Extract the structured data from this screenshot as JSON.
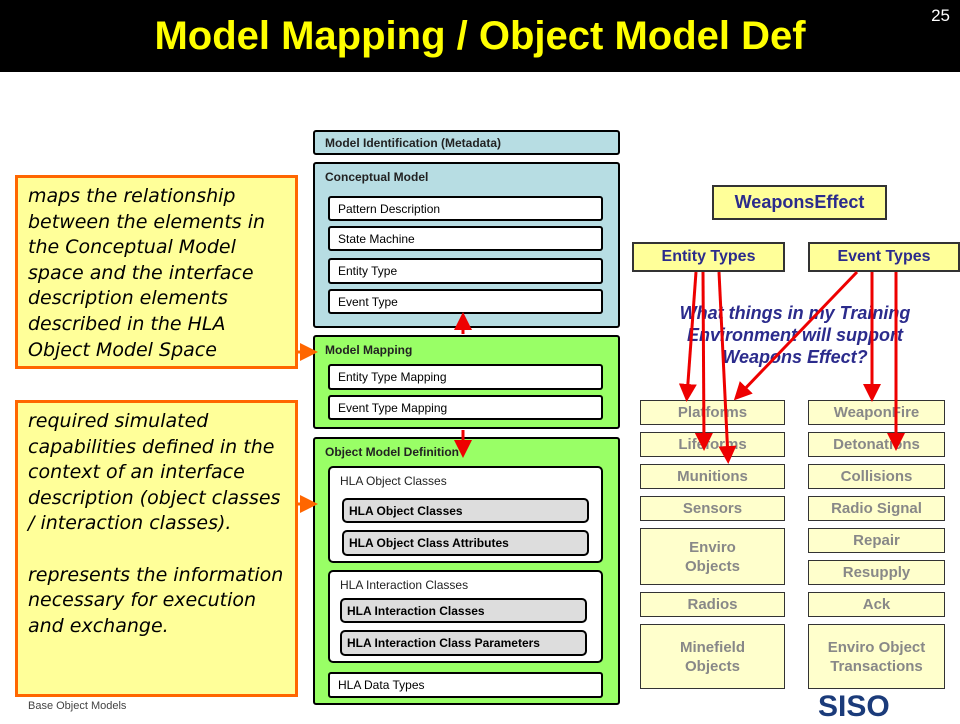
{
  "header": {
    "title": "Model Mapping / Object Model Def",
    "page_number": "25"
  },
  "notes": [
    "maps the relationship between the elements in the Conceptual Model space and the interface description elements described in the HLA Object Model Space",
    "required simulated capabilities defined in the context of an interface description (object classes / interaction classes).",
    "represents the information necessary for execution and exchange."
  ],
  "bom": {
    "model_identification": "Model Identification (Metadata)",
    "conceptual_model": {
      "label": "Conceptual Model",
      "items": [
        "Pattern Description",
        "State Machine",
        "Entity Type",
        "Event Type"
      ]
    },
    "model_mapping": {
      "label": "Model Mapping",
      "items": [
        "Entity Type Mapping",
        "Event Type Mapping"
      ]
    },
    "object_model": {
      "label": "Object Model Definition",
      "object_classes": {
        "label": "HLA Object Classes",
        "items": [
          "HLA Object Classes",
          "HLA Object Class Attributes"
        ]
      },
      "interaction_classes": {
        "label": "HLA Interaction Classes",
        "items": [
          "HLA Interaction Classes",
          "HLA Interaction Class Parameters"
        ]
      },
      "data_types": "HLA Data Types"
    }
  },
  "example": {
    "root": "WeaponsEffect",
    "entity_types": "Entity Types",
    "event_types": "Event Types",
    "question": "What things in my Training Environment will support Weapons Effect?",
    "entities": [
      "Platforms",
      "Lifeforms",
      "Munitions",
      "Sensors",
      "Enviro Objects",
      "Radios",
      "Minefield Objects"
    ],
    "events": [
      "WeaponFire",
      "Detonations",
      "Collisions",
      "Radio Signal",
      "Repair",
      "Resupply",
      "Ack",
      "Enviro Object Transactions"
    ]
  },
  "logos": {
    "bom": "Base Object Models",
    "siso": "SISO"
  }
}
